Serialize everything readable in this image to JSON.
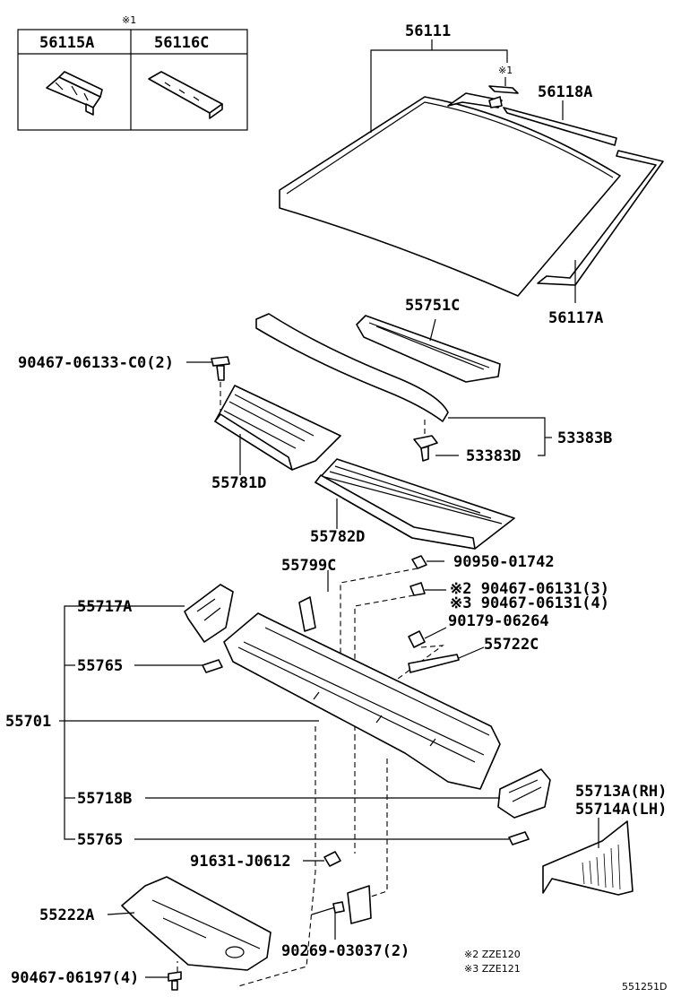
{
  "legend_box": {
    "note_mark": "※1",
    "col1": "56115A",
    "col2": "56116C"
  },
  "labels": {
    "p56111": "56111",
    "mark1": "※1",
    "p56118A": "56118A",
    "p56117A": "56117A",
    "p55751C": "55751C",
    "p90467_06133": "90467-06133-C0(2)",
    "p53383B": "53383B",
    "p53383D": "53383D",
    "p55781D": "55781D",
    "p55782D": "55782D",
    "p55799C": "55799C",
    "p90950": "90950-01742",
    "p90467_06131_2": "※2 90467-06131(3)",
    "p90467_06131_3": "※3 90467-06131(4)",
    "p90179": "90179-06264",
    "p55722C": "55722C",
    "p55717A": "55717A",
    "p55765a": "55765",
    "p55701": "55701",
    "p55718B": "55718B",
    "p55765b": "55765",
    "p55713A": "55713A(RH)",
    "p55714A": "55714A(LH)",
    "p91631": "91631-J0612",
    "p55222A": "55222A",
    "p90269": "90269-03037(2)",
    "p90467_06197": "90467-06197(4)"
  },
  "footnotes": {
    "n2": "※2  ZZE120",
    "n3": "※3  ZZE121"
  },
  "diagram_id": "551251D"
}
